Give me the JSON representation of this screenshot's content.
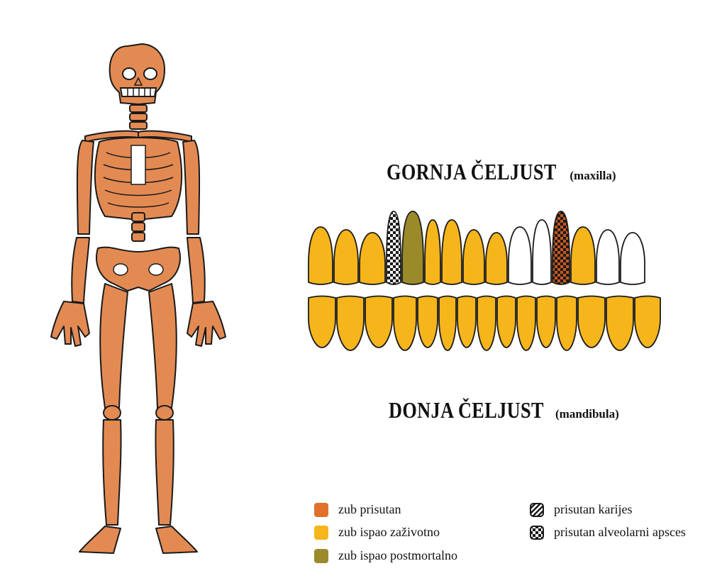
{
  "titles": {
    "upper_main": "GORNJA ČELJUST",
    "upper_sub": "(maxilla)",
    "lower_main": "DONJA ČELJUST",
    "lower_sub": "(mandibula)"
  },
  "colors": {
    "present": "#e0702a",
    "lost_antemortem": "#f5b51b",
    "lost_postmortem": "#9a8a2a",
    "bone": "#e38a53",
    "outline": "#1a1a1a"
  },
  "legend": {
    "present": "zub prisutan",
    "lost_antemortem": "zub ispao zaživotno",
    "lost_postmortem": "zub ispao postmortalno",
    "caries": "prisutan karijes",
    "abscess": "prisutan alveolarni apsces"
  },
  "teeth": {
    "upper": [
      "lost_antemortem",
      "lost_antemortem",
      "lost_antemortem",
      "abscess",
      "lost_postmortem",
      "lost_antemortem",
      "lost_antemortem",
      "lost_antemortem",
      "lost_antemortem",
      "absent_white",
      "absent_white",
      "present_abscess",
      "lost_antemortem",
      "absent_white",
      "absent_white"
    ],
    "lower": [
      "lost_antemortem",
      "lost_antemortem",
      "lost_antemortem",
      "lost_antemortem",
      "lost_antemortem",
      "lost_antemortem",
      "lost_antemortem",
      "lost_antemortem",
      "lost_antemortem",
      "lost_antemortem",
      "lost_antemortem",
      "lost_antemortem",
      "lost_antemortem",
      "lost_antemortem",
      "lost_antemortem"
    ]
  }
}
